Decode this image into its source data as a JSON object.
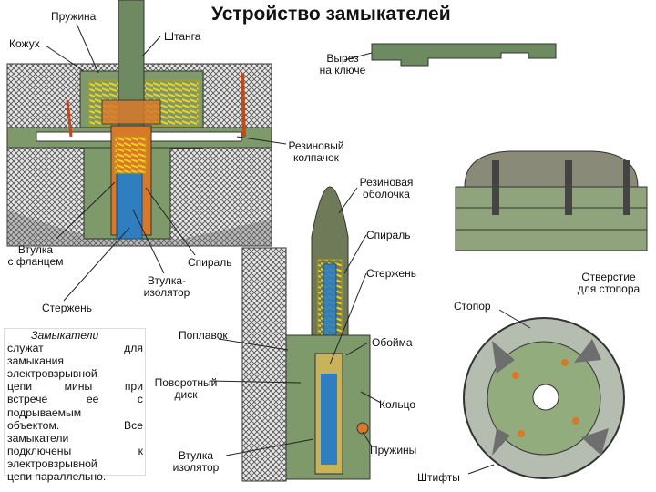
{
  "title": "Устройство замыкателей",
  "labels": {
    "spring_top": "Пружина",
    "casing": "Кожух",
    "rod": "Штанга",
    "key_cut_1": "Вырез",
    "key_cut_2": "на ключе",
    "rubber_cap_1": "Резиновый",
    "rubber_cap_2": "колпачок",
    "rubber_shell_1": "Резиновая",
    "rubber_shell_2": "оболочка",
    "spiral_right": "Спираль",
    "flange_sleeve_1": "Втулка",
    "flange_sleeve_2": "с фланцем",
    "spiral_mid": "Спираль",
    "insulator_sleeve_1": "Втулка-",
    "insulator_sleeve_2": "изолятор",
    "core_right": "Стержень",
    "stopper_hole_1": "Отверстие",
    "stopper_hole_2": "для стопора",
    "core_left": "Стержень",
    "stopper": "Стопор",
    "float": "Поплавок",
    "clip": "Обойма",
    "rotary_disc_1": "Поворотный",
    "rotary_disc_2": "диск",
    "ring": "Кольцо",
    "insulator_bottom_1": "Втулка",
    "insulator_bottom_2": "изолятор",
    "springs": "Пружины",
    "pins": "Штифты"
  },
  "note": {
    "first": "Замыкатели",
    "lines": [
      [
        "служат",
        "для"
      ],
      [
        "замыкания",
        ""
      ],
      [
        "электровзрывной",
        ""
      ],
      [
        "цепи",
        "мины",
        "при"
      ],
      [
        "встрече",
        "ее",
        "с"
      ],
      [
        "подрываемым",
        ""
      ],
      [
        "объектом.",
        "Все"
      ],
      [
        "замыкатели",
        ""
      ],
      [
        "подключены",
        "к"
      ],
      [
        "электровзрывной",
        ""
      ],
      [
        "цепи параллельно.",
        ""
      ]
    ]
  },
  "colors": {
    "green": "#7f9a6a",
    "green_dark": "#4e6a45",
    "hatch": "#5c5c5c",
    "blue": "#2f7fc0",
    "orange": "#d8792a",
    "yellow": "#f2d21c",
    "leader": "#222222"
  }
}
